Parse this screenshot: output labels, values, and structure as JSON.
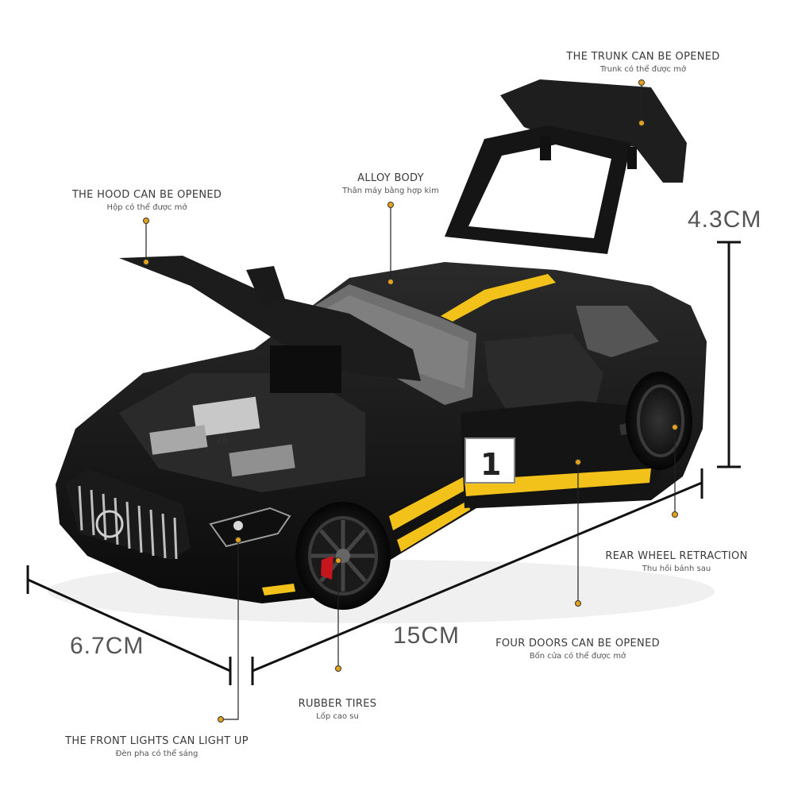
{
  "callouts": {
    "trunk": {
      "en": "THE TRUNK CAN BE OPENED",
      "vi": "Trunk có thể được mở"
    },
    "alloy": {
      "en": "ALLOY BODY",
      "vi": "Thân máy bằng hợp kim"
    },
    "hood": {
      "en": "THE HOOD CAN BE OPENED",
      "vi": "Hộp có thể được mở"
    },
    "rear_wheel": {
      "en": "REAR WHEEL RETRACTION",
      "vi": "Thu hồi bánh sau"
    },
    "doors": {
      "en": "FOUR DOORS CAN BE OPENED",
      "vi": "Bốn cửa có thể được mở"
    },
    "tires": {
      "en": "RUBBER TIRES",
      "vi": "Lốp cao su"
    },
    "lights": {
      "en": "THE FRONT LIGHTS CAN LIGHT UP",
      "vi": "Đèn pha có thể sáng"
    }
  },
  "dimensions": {
    "height": "4.3CM",
    "width": "6.7CM",
    "length": "15CM"
  },
  "door_number": "1",
  "grille_badge": "V8",
  "colors": {
    "body": "#141414",
    "stripe": "#f2c21b",
    "leader": "#222222",
    "dot": "#e3a21a"
  }
}
